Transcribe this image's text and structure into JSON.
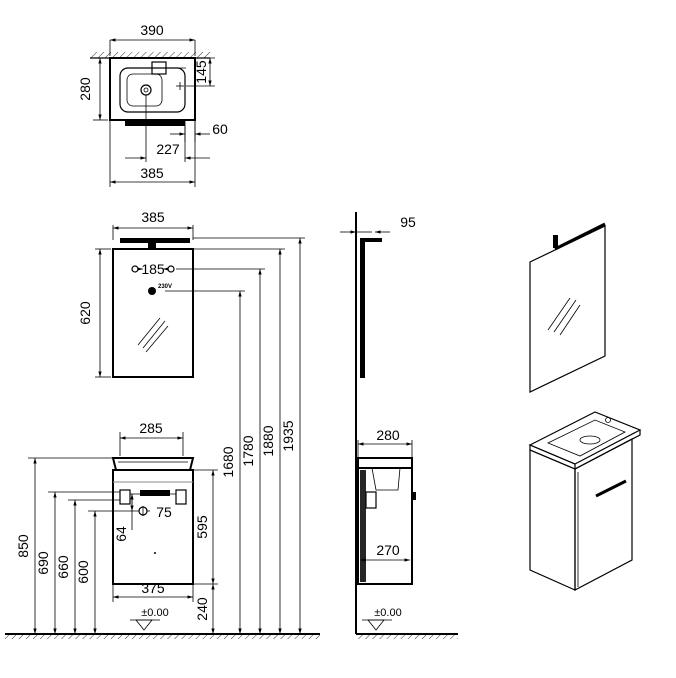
{
  "top_view": {
    "width_total": "390",
    "depth": "280",
    "basin_offset": "145",
    "back_projection": "60",
    "tap_distance": "227",
    "cabinet_width": "385"
  },
  "mirror_view": {
    "width": "385",
    "height": "620",
    "mount_spacing": "185",
    "socket_label": "230V"
  },
  "front_view": {
    "top_width": "285",
    "bottom_width": "375",
    "drain_offset_v": "64",
    "drain_offset_h": "75",
    "cabinet_height": "595",
    "floor_gap": "240",
    "floor_label": "±0.00",
    "heights": [
      "850",
      "690",
      "660",
      "600"
    ],
    "tall_heights": [
      "1680",
      "1780",
      "1880",
      "1935"
    ]
  },
  "side_view": {
    "mirror_depth": "95",
    "top_depth": "280",
    "body_depth": "270",
    "floor_label": "±0.00"
  }
}
